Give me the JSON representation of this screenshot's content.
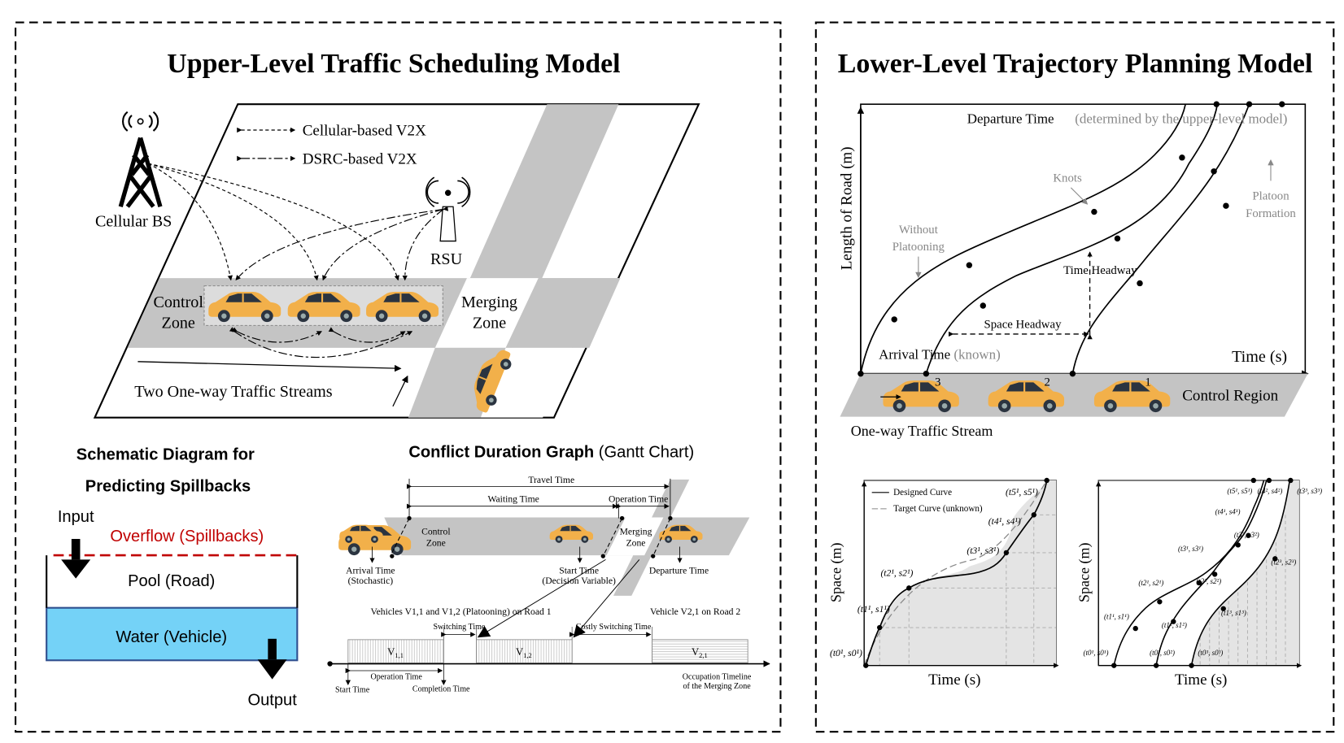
{
  "upper": {
    "title": "Upper-Level Traffic Scheduling Model",
    "legend": {
      "cellular": "Cellular-based V2X",
      "dsrc": "DSRC-based V2X"
    },
    "labels": {
      "cellular_bs": "Cellular BS",
      "rsu": "RSU",
      "control_zone_1": "Control",
      "control_zone_2": "Zone",
      "merging_zone_1": "Merging",
      "merging_zone_2": "Zone",
      "streams": "Two One-way Traffic Streams"
    }
  },
  "spillback": {
    "title_line1": "Schematic Diagram for",
    "title_line2": "Predicting Spillbacks",
    "input": "Input",
    "overflow": "Overflow (Spillbacks)",
    "pool": "Pool (Road)",
    "water": "Water (Vehicle)",
    "output": "Output",
    "colors": {
      "overflow": "#c00000",
      "water": "#74d2f7",
      "water_border": "#2f4f8f"
    }
  },
  "gantt": {
    "title_bold": "Conflict Duration Graph",
    "title_rest": " (Gantt Chart)",
    "travel_time": "Travel Time",
    "waiting_time": "Waiting Time",
    "operation_time_top": "Operation Time",
    "control_zone_1": "Control",
    "control_zone_2": "Zone",
    "merging_zone_1": "Merging",
    "merging_zone_2": "Zone",
    "arrival_time": "Arrival Time",
    "arrival_note": "(Stochastic)",
    "start_time": "Start Time",
    "start_note": "(Decision Variable)",
    "departure_time": "Departure Time",
    "road1_caption": "Vehicles V1,1 and V1,2 (Platooning) on Road 1",
    "road2_caption": "Vehicle V2,1 on Road 2",
    "switching_time": "Switching Time",
    "costly_switching_time": "Costly Switching Time",
    "blocks": [
      {
        "label": "V",
        "sub": "1,1"
      },
      {
        "label": "V",
        "sub": "1,2"
      },
      {
        "label": "V",
        "sub": "2,1"
      }
    ],
    "operation_time": "Operation Time",
    "start_time_bottom": "Start Time",
    "completion_time": "Completion Time",
    "timeline_1": "Occupation Timeline",
    "timeline_2": "of the Merging Zone"
  },
  "lower": {
    "title": "Lower-Level Trajectory Planning Model",
    "main_chart": {
      "ylabel": "Length of Road (m)",
      "xlabel": "Time (s)",
      "departure": "Departure Time",
      "departure_note": "(determined by the upper-level model)",
      "knots": "Knots",
      "without_1": "Without",
      "without_2": "Platooning",
      "platoon_1": "Platoon",
      "platoon_2": "Formation",
      "time_headway": "Time Headway",
      "space_headway": "Space Headway",
      "arrival": "Arrival Time",
      "arrival_note": "(known)",
      "control_region": "Control Region",
      "stream": "One-way Traffic Stream",
      "car_numbers": [
        "3",
        "2",
        "1"
      ]
    },
    "chart_a": {
      "ylabel": "Space (m)",
      "xlabel": "Time (s)",
      "legend_designed": "Designed Curve",
      "legend_target": "Target Curve (unknown)",
      "points": [
        "(t0¹, s0¹)",
        "(t1¹, s1¹)",
        "(t2¹, s2¹)",
        "(t3¹, s3¹)",
        "(t4¹, s4¹)",
        "(t5¹, s5¹)"
      ]
    },
    "chart_b": {
      "ylabel": "Space (m)",
      "xlabel": "Time (s)",
      "points_v1": [
        "(t0¹, s0¹)",
        "(t1¹, s1¹)",
        "(t2¹, s2¹)",
        "(t3¹, s3¹)",
        "(t4¹, s4¹)",
        "(t5¹, s5¹)"
      ],
      "points_v2": [
        "(t0², s0²)",
        "(t1², s1²)",
        "(t2², s2²)",
        "(t3², s3²)",
        "(t4², s4²)"
      ],
      "points_v3": [
        "(t0³, s0³)",
        "(t1³, s1³)",
        "(t2³, s2³)",
        "(t3³, s3³)"
      ]
    }
  }
}
